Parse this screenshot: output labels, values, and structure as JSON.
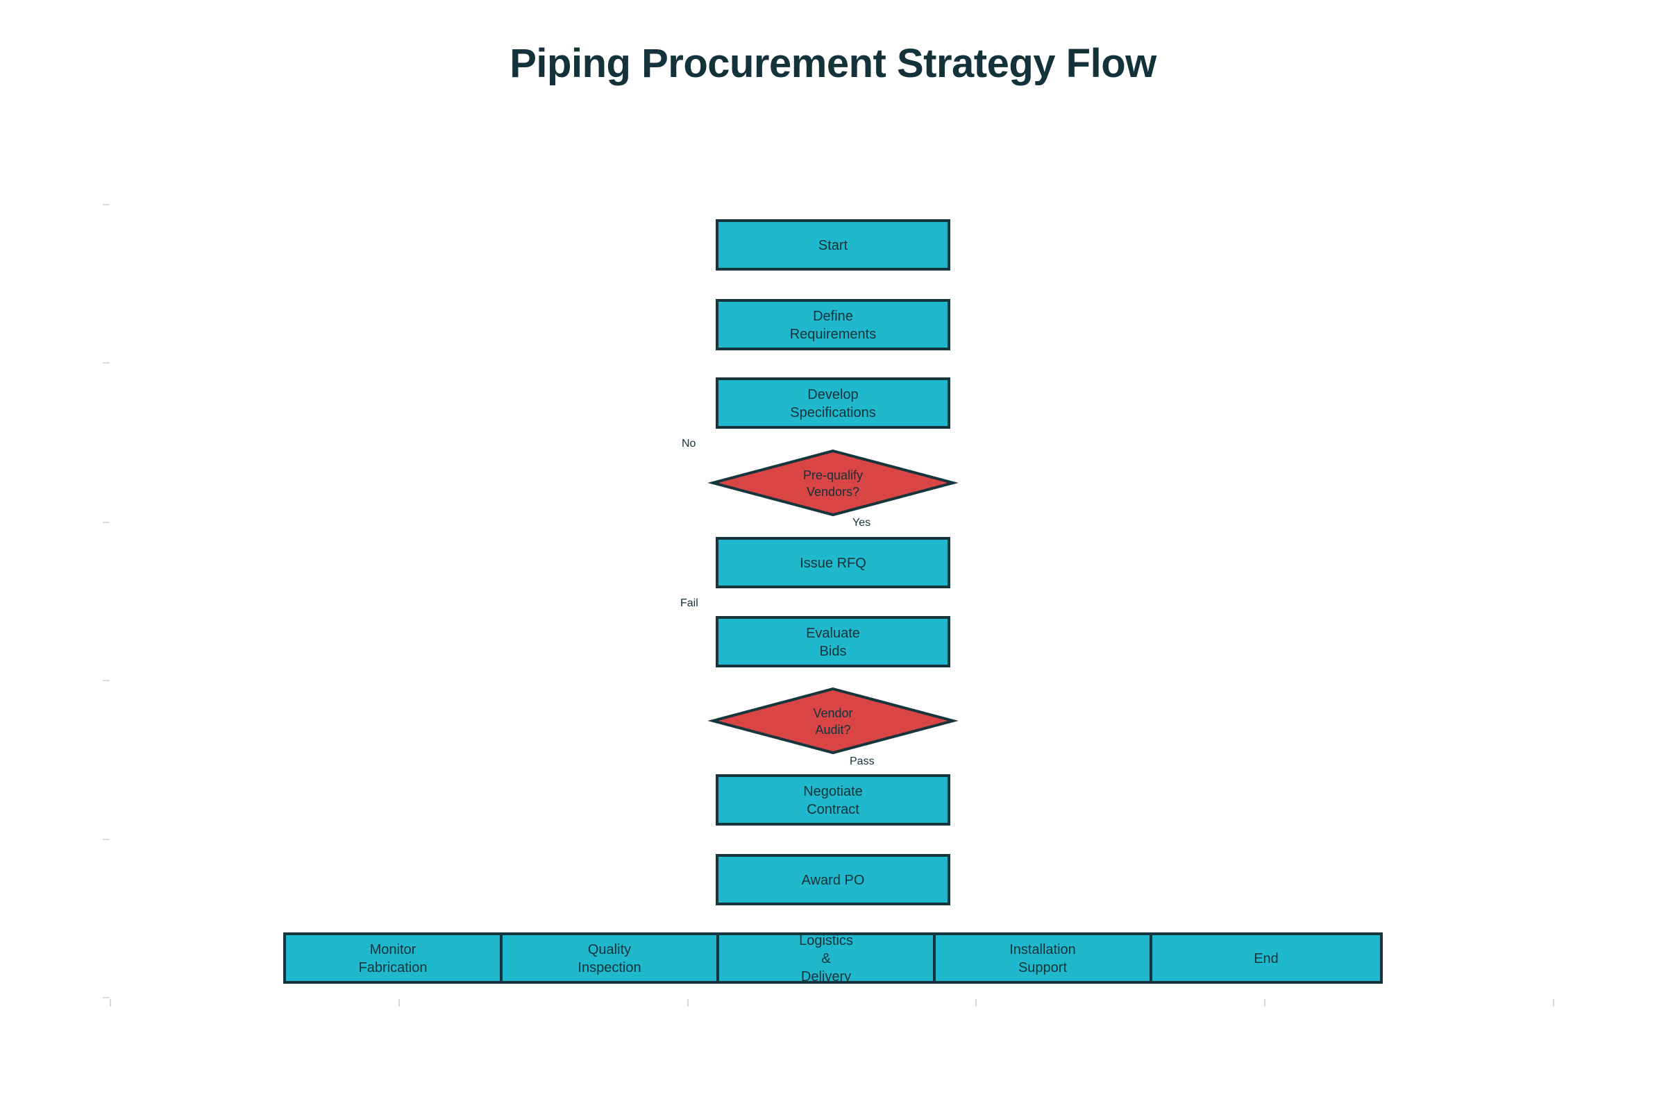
{
  "title": "Piping Procurement Strategy Flow",
  "colors": {
    "process": "#20b8cc",
    "decision": "#d94545",
    "stroke": "#17353d",
    "text": "#14323a"
  },
  "nodes": [
    {
      "id": "start",
      "type": "process",
      "lines": [
        "Start"
      ]
    },
    {
      "id": "define",
      "type": "process",
      "lines": [
        "Define",
        "Requirements"
      ]
    },
    {
      "id": "develop",
      "type": "process",
      "lines": [
        "Develop",
        "Specifications"
      ]
    },
    {
      "id": "prequalify",
      "type": "decision",
      "lines": [
        "Pre-qualify",
        "Vendors?"
      ]
    },
    {
      "id": "rfq",
      "type": "process",
      "lines": [
        "Issue RFQ"
      ]
    },
    {
      "id": "evaluate",
      "type": "process",
      "lines": [
        "Evaluate",
        "Bids"
      ]
    },
    {
      "id": "audit",
      "type": "decision",
      "lines": [
        "Vendor",
        "Audit?"
      ]
    },
    {
      "id": "negotiate",
      "type": "process",
      "lines": [
        "Negotiate",
        "Contract"
      ]
    },
    {
      "id": "award",
      "type": "process",
      "lines": [
        "Award PO"
      ]
    }
  ],
  "bottom_row": [
    {
      "id": "monitor",
      "lines": [
        "Monitor",
        "Fabrication"
      ]
    },
    {
      "id": "quality",
      "lines": [
        "Quality",
        "Inspection"
      ]
    },
    {
      "id": "logistics",
      "lines": [
        "Logistics",
        "&",
        "Delivery"
      ]
    },
    {
      "id": "installation",
      "lines": [
        "Installation",
        "Support"
      ]
    },
    {
      "id": "end",
      "lines": [
        "End"
      ]
    }
  ],
  "edge_labels": {
    "no": "No",
    "yes": "Yes",
    "fail": "Fail",
    "pass": "Pass"
  }
}
